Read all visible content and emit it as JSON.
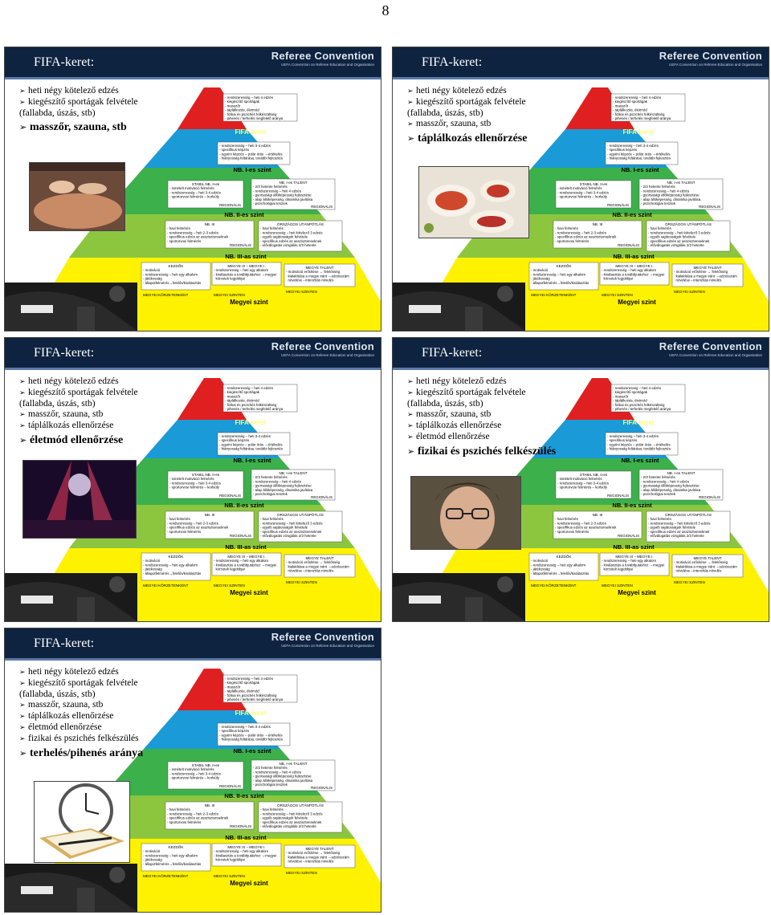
{
  "page_number": "8",
  "slide_title": "FIFA-keret:",
  "brand": {
    "name": "Referee Convention",
    "subtitle": "UEFA Convention on Referee Education and Organisation"
  },
  "slides": [
    {
      "bullets": [
        "heti négy kötelező edzés",
        "kiegészítő sportágak felvétele",
        "(fallabda, úszás, stb)"
      ],
      "highlight": "masszőr, szauna, stb"
    },
    {
      "bullets": [
        "heti négy kötelező edzés",
        "kiegészítő sportágak felvétele",
        "(fallabda, úszás, stb)",
        "masszőr, szauna, stb"
      ],
      "highlight": "táplálkozás ellenőrzése"
    },
    {
      "bullets": [
        "heti négy kötelező edzés",
        "kiegészítő sportágak felvétele",
        "(fallabda, úszás, stb)",
        "masszőr, szauna, stb",
        "táplálkozás ellenőrzése"
      ],
      "highlight": "életmód ellenőrzése"
    },
    {
      "bullets": [
        "heti négy kötelező edzés",
        "kiegészítő sportágak felvétele",
        "(fallabda, úszás, stb)",
        "masszőr, szauna, stb",
        "táplálkozás ellenőrzése",
        "életmód ellenőrzése"
      ],
      "highlight": "fizikai és pszichés felkészülés"
    },
    {
      "bullets": [
        "heti négy kötelező edzés",
        "kiegészítő sportágak felvétele",
        "(fallabda, úszás, stb)",
        "masszőr, szauna, stb",
        "táplálkozás ellenőrzése",
        "életmód ellenőrzése",
        "fizikai és pszichés felkészülés"
      ],
      "highlight": "terhelés/pihenés aránya"
    }
  ],
  "pyramid": {
    "top_box": [
      "- rendszeresség – heti 4 edzés",
      "- kiegészítő sportágak",
      "- masszőr",
      "- táplálkozás, életmód",
      "- fizikai és pszichés felkészültség",
      "- pihenés / terhelés megfelelő aránya"
    ],
    "fifa": "FIFA-keret",
    "nb1_box": [
      "- rendszeresség – heti 3-4 edzés",
      "- specifikus képzés",
      "- egyéni képzés – polár órás →értékelés",
      "- hiányosság feltárása, további fejlesztés"
    ],
    "nb1": "NB. I-es szint",
    "stabil_title": "STABIL NB. II-es",
    "stabil": [
      "- ismételt motiváció felmérés",
      "- rendszeresség – heti 3-4 edzés",
      "- sportorvosi felmérés – korlsúly"
    ],
    "regionalis": "REGIONÁLIS",
    "talent_title": "NB. I-es TALENT",
    "talent": [
      "- 2/3 hetente felmérés",
      "- rendszeresség – heti 4 edzés",
      "- gyorsasági állóképesség fejlesztése",
      "- alap állóképesség, dinamika javítása",
      "- pszichológiai tesztek"
    ],
    "nb2": "NB. II-es szint",
    "nb3_title": "NB. III",
    "nb3": [
      "- havi felmérés",
      "- rendszeresség – heti 2-3 edzés",
      "- specifikus edzés az asszisztenseknek",
      "- sportorvosi felmérés"
    ],
    "orszagos_title": "ORSZÁGOS UTÁNPÓTLÁS",
    "orszagos": [
      "- havi felmérés",
      "- rendszeresség – heti kötelező 3 edzés",
      "- egyéb sajátosságok felvétele",
      "- specifikus edzés az asszisztenseknek",
      "- előválogatás vizsgálás 2/3 hetente"
    ],
    "nb3_level": "NB. III-as szint",
    "kezdok_title": "KEZDŐK",
    "kezdok": [
      "- motiváció",
      "- rendszeresség – heti egy alkalom",
      "- játékosság",
      "- állapotfelmérés→felelős/kiválasztás"
    ],
    "megyei_title": "MEGYE III – MEGYE I.",
    "megyei": [
      "- rendszeresség – heti egy alkalom",
      "- kiválasztás a továbbjutáshoz →megyei",
      "  körzetek legjobbjai"
    ],
    "mtalent_title": "MEGYE TALENT",
    "mtalent": [
      "- motiváció erősítése → felelősség",
      "  kialakítása a megye iránt →edzésszám",
      "  növelése→intenzitás növelés"
    ],
    "korzet": "MEGYEI KÖRZETENKÉNT",
    "szinten1": "MEGYEI SZINTEN",
    "szinten2": "MEGYEI SZINTEN",
    "megyei_level": "Megyei szint"
  }
}
